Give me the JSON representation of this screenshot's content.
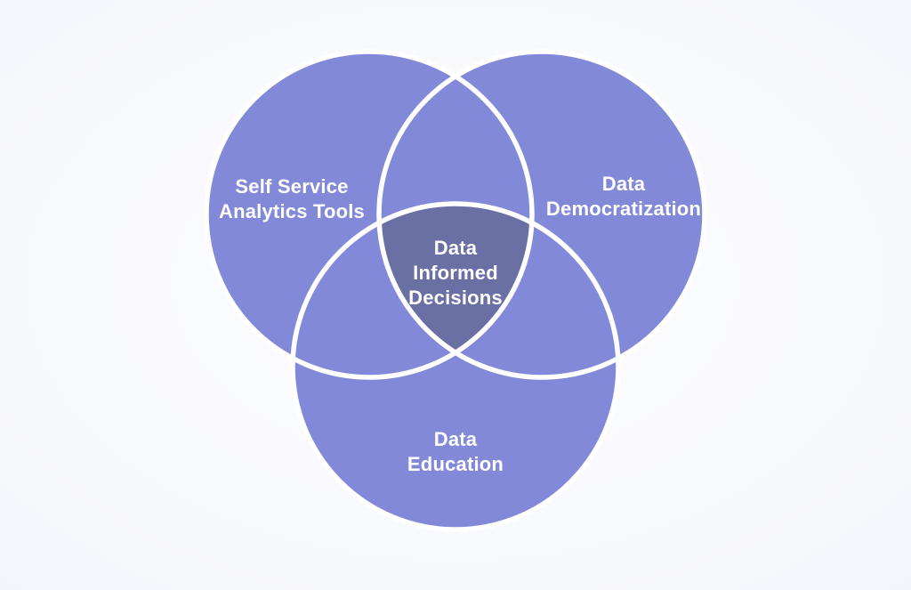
{
  "diagram": {
    "type": "venn-3-circle",
    "sets": [
      {
        "id": "self-service-analytics-tools",
        "label": "Self Service\nAnalytics Tools",
        "position": "top-left"
      },
      {
        "id": "data-democratization",
        "label": "Data\nDemocratization",
        "position": "top-right"
      },
      {
        "id": "data-education",
        "label": "Data\nEducation",
        "position": "bottom"
      }
    ],
    "intersection": {
      "id": "data-informed-decisions",
      "label": "Data\nInformed\nDecisions"
    },
    "colors": {
      "circle_fill": "#8289d8",
      "intersection_fill": "#6a6fa4",
      "circle_stroke": "#ffffff",
      "label_color": "#ffffff",
      "background_center": "#fdfdff",
      "background_edge": "#e8eaf5"
    }
  }
}
